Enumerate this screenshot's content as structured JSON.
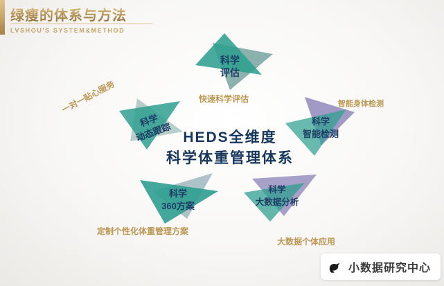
{
  "header": {
    "title": "绿瘦的体系与方法",
    "subtitle": "LVSHOU'S SYSTEM&METHOD"
  },
  "center": {
    "line1": "HEDS全维度",
    "line2": "科学体重管理体系"
  },
  "nodes": {
    "top": {
      "line1": "科学",
      "line2": "评估",
      "caption": "快速科学评估"
    },
    "right": {
      "line1": "科学",
      "line2": "智能检测",
      "caption": "智能身体检测"
    },
    "bottom_right": {
      "line1": "科学",
      "line2": "大数据分析",
      "caption": "大数据个体应用"
    },
    "bottom_left": {
      "line1": "科学",
      "line2": "360方案",
      "caption": "定制个性化体重管理方案"
    },
    "left": {
      "line1": "科学",
      "line2": "动态跟踪",
      "caption": "一对一贴心服务"
    }
  },
  "footer": {
    "brand": "小数据研究中心"
  },
  "colors": {
    "teal": "#2f9f90",
    "purple": "#988fc0",
    "gray_blue": "#6f94a0",
    "gold": "#bd9754",
    "navy": "#1d3c66"
  }
}
